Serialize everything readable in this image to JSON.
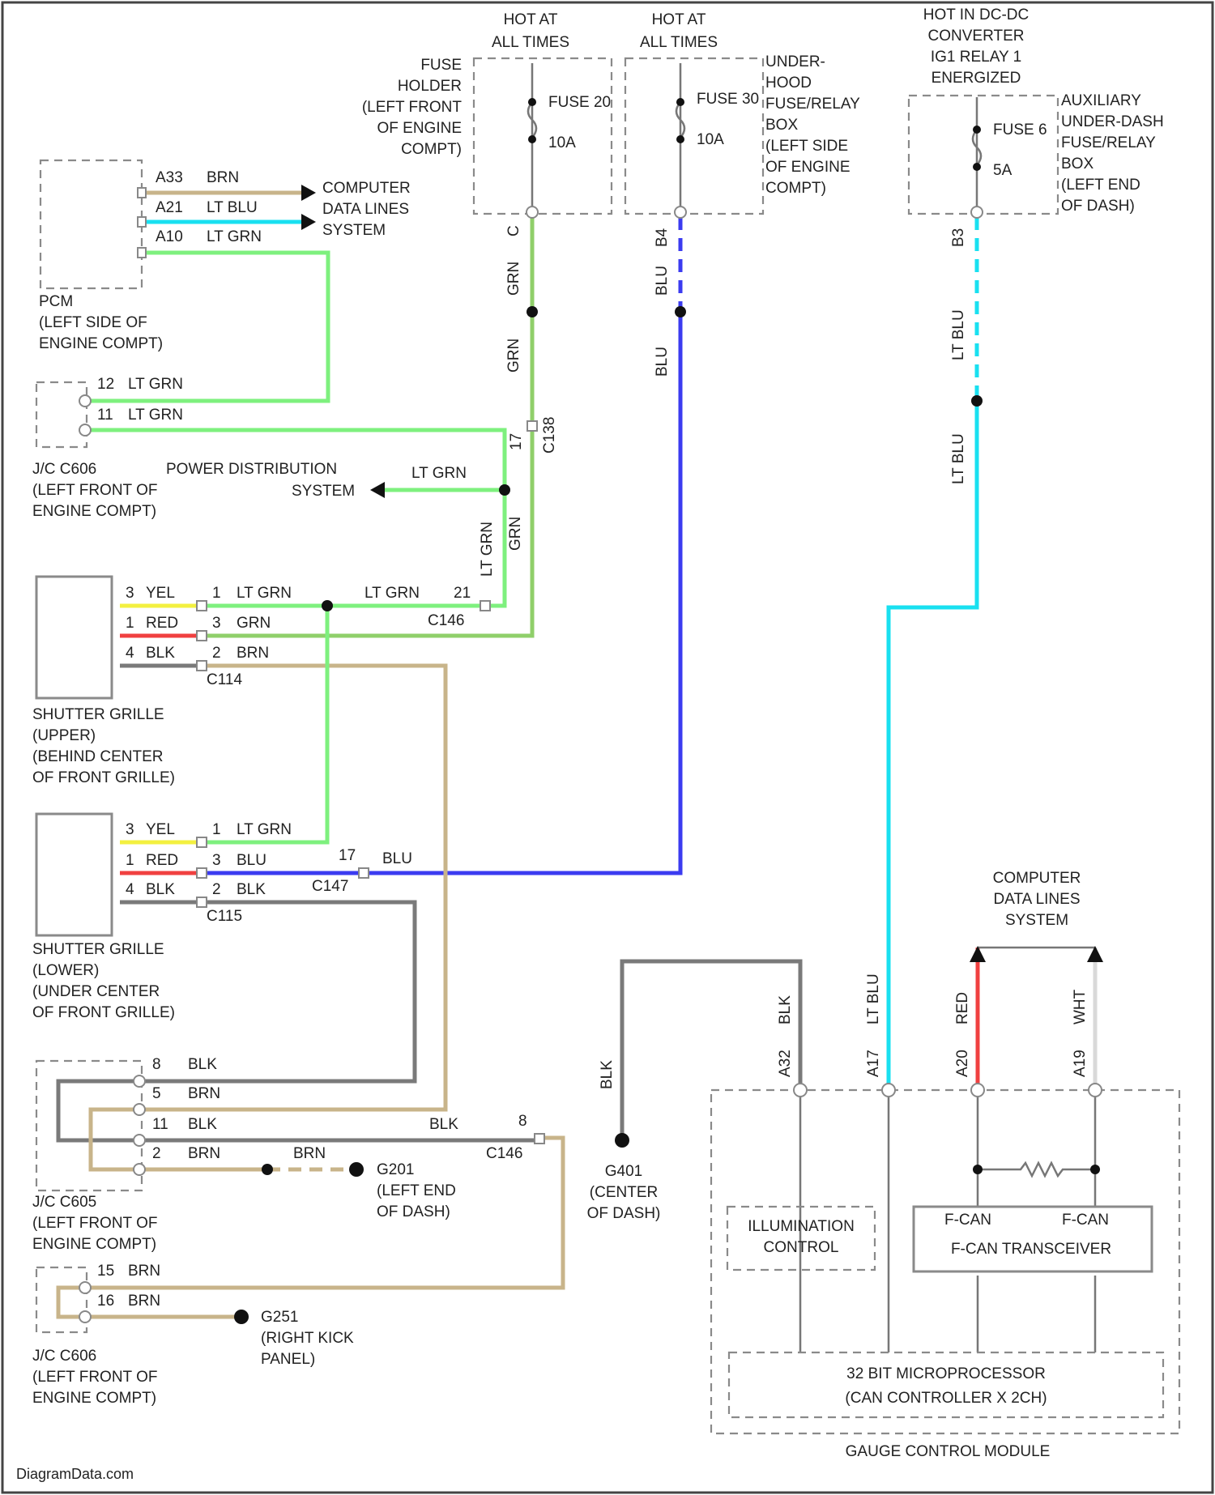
{
  "colors": {
    "brn": "#c8b48a",
    "ltblu": "#19e0f0",
    "ltgrn": "#7ef07e",
    "grn": "#8fcf6a",
    "blu": "#3b3bf0",
    "yel": "#f3f040",
    "red": "#f04040",
    "blk": "#7a7a7a",
    "wht": "#d9d9d9",
    "frame": "#444444"
  },
  "supply": {
    "hot1": [
      "HOT AT",
      "ALL TIMES"
    ],
    "hot2": [
      "HOT AT",
      "ALL TIMES"
    ],
    "hot3": [
      "HOT IN DC-DC",
      "CONVERTER",
      "IG1 RELAY 1",
      "ENERGIZED"
    ]
  },
  "fuses": {
    "fuse20": "FUSE 20",
    "fuse20_amp": "10A",
    "fuse30": "FUSE 30",
    "fuse30_amp": "10A",
    "fuse6": "FUSE 6",
    "fuse6_amp": "5A",
    "fuse_holder": [
      "FUSE",
      "HOLDER",
      "(LEFT FRONT",
      "OF ENGINE",
      "COMPT)"
    ],
    "underhood": [
      "UNDER-",
      "HOOD",
      "FUSE/RELAY",
      "BOX",
      "(LEFT SIDE",
      "OF ENGINE",
      "COMPT)"
    ],
    "aux_box": [
      "AUXILIARY",
      "UNDER-DASH",
      "FUSE/RELAY",
      "BOX",
      "(LEFT END",
      "OF DASH)"
    ]
  },
  "pcm": {
    "pins": [
      {
        "pin": "A33",
        "wire": "BRN"
      },
      {
        "pin": "A21",
        "wire": "LT BLU"
      },
      {
        "pin": "A10",
        "wire": "LT GRN"
      }
    ],
    "data_lines": [
      "COMPUTER",
      "DATA LINES",
      "SYSTEM"
    ],
    "label": [
      "PCM",
      "(LEFT SIDE OF",
      "ENGINE COMPT)"
    ]
  },
  "jc1": {
    "pins": [
      {
        "pin": "12",
        "wire": "LT GRN"
      },
      {
        "pin": "11",
        "wire": "LT GRN"
      }
    ],
    "label": [
      "J/C C606",
      "(LEFT FRONT OF",
      "ENGINE COMPT)"
    ]
  },
  "pwr_dist": {
    "text": "POWER DISTRIBUTION",
    "text2": "SYSTEM",
    "wire": "LT GRN"
  },
  "vertical_labels": {
    "grn1": "GRN",
    "grn2": "GRN",
    "pin_c": "C",
    "blu1": "BLU",
    "blu2": "BLU",
    "pin_b4": "B4",
    "ltblu1": "LT BLU",
    "ltblu2": "LT BLU",
    "pin_b3": "B3",
    "c138": "C138",
    "pin17": "17",
    "ltgrn_v": "LT GRN",
    "grn_v": "GRN"
  },
  "grille_upper": {
    "left": [
      {
        "pin": "3",
        "wire": "YEL"
      },
      {
        "pin": "1",
        "wire": "RED"
      },
      {
        "pin": "4",
        "wire": "BLK"
      }
    ],
    "right": [
      {
        "pin": "1",
        "wire": "LT GRN"
      },
      {
        "pin": "3",
        "wire": "GRN"
      },
      {
        "pin": "2",
        "wire": "BRN"
      }
    ],
    "ltgrn_mid": "LT GRN",
    "pin21": "21",
    "c146": "C146",
    "c114": "C114",
    "label": [
      "SHUTTER GRILLE",
      "(UPPER)",
      "(BEHIND CENTER",
      "OF FRONT GRILLE)"
    ]
  },
  "grille_lower": {
    "left": [
      {
        "pin": "3",
        "wire": "YEL"
      },
      {
        "pin": "1",
        "wire": "RED"
      },
      {
        "pin": "4",
        "wire": "BLK"
      }
    ],
    "right": [
      {
        "pin": "1",
        "wire": "LT GRN"
      },
      {
        "pin": "3",
        "wire": "BLU"
      },
      {
        "pin": "2",
        "wire": "BLK"
      }
    ],
    "pin17": "17",
    "blu": "BLU",
    "c147": "C147",
    "c115": "C115",
    "label": [
      "SHUTTER GRILLE",
      "(LOWER)",
      "(UNDER CENTER",
      "OF FRONT GRILLE)"
    ]
  },
  "jc2": {
    "pins": [
      {
        "pin": "8",
        "wire": "BLK"
      },
      {
        "pin": "5",
        "wire": "BRN"
      },
      {
        "pin": "11",
        "wire": "BLK"
      },
      {
        "pin": "2",
        "wire": "BRN"
      }
    ],
    "blk_run": "BLK",
    "pin8": "8",
    "c146": "C146",
    "brn_run": "BRN",
    "label": [
      "J/C C605",
      "(LEFT FRONT OF",
      "ENGINE COMPT)"
    ]
  },
  "g201": [
    "G201",
    "(LEFT END",
    "OF DASH)"
  ],
  "jc3": {
    "pins": [
      {
        "pin": "15",
        "wire": "BRN"
      },
      {
        "pin": "16",
        "wire": "BRN"
      }
    ],
    "label": [
      "J/C C606",
      "(LEFT FRONT OF",
      "ENGINE COMPT)"
    ]
  },
  "g251": [
    "G251",
    "(RIGHT KICK",
    "PANEL)"
  ],
  "g401": {
    "wire": "BLK",
    "label": [
      "G401",
      "(CENTER",
      "OF DASH)"
    ]
  },
  "gcm": {
    "pins": [
      {
        "pin": "A32",
        "wire": "BLK"
      },
      {
        "pin": "A17",
        "wire": "LT BLU"
      },
      {
        "pin": "A20",
        "wire": "RED"
      },
      {
        "pin": "A19",
        "wire": "WHT"
      }
    ],
    "data_lines": [
      "COMPUTER",
      "DATA LINES",
      "SYSTEM"
    ],
    "illum": [
      "ILLUMINATION",
      "CONTROL"
    ],
    "fcan1": "F-CAN",
    "fcan2": "F-CAN",
    "transceiver": "F-CAN TRANSCEIVER",
    "micro": [
      "32 BIT MICROPROCESSOR",
      "(CAN CONTROLLER X 2CH)"
    ],
    "label": "GAUGE CONTROL MODULE"
  },
  "footer": "DiagramData.com"
}
